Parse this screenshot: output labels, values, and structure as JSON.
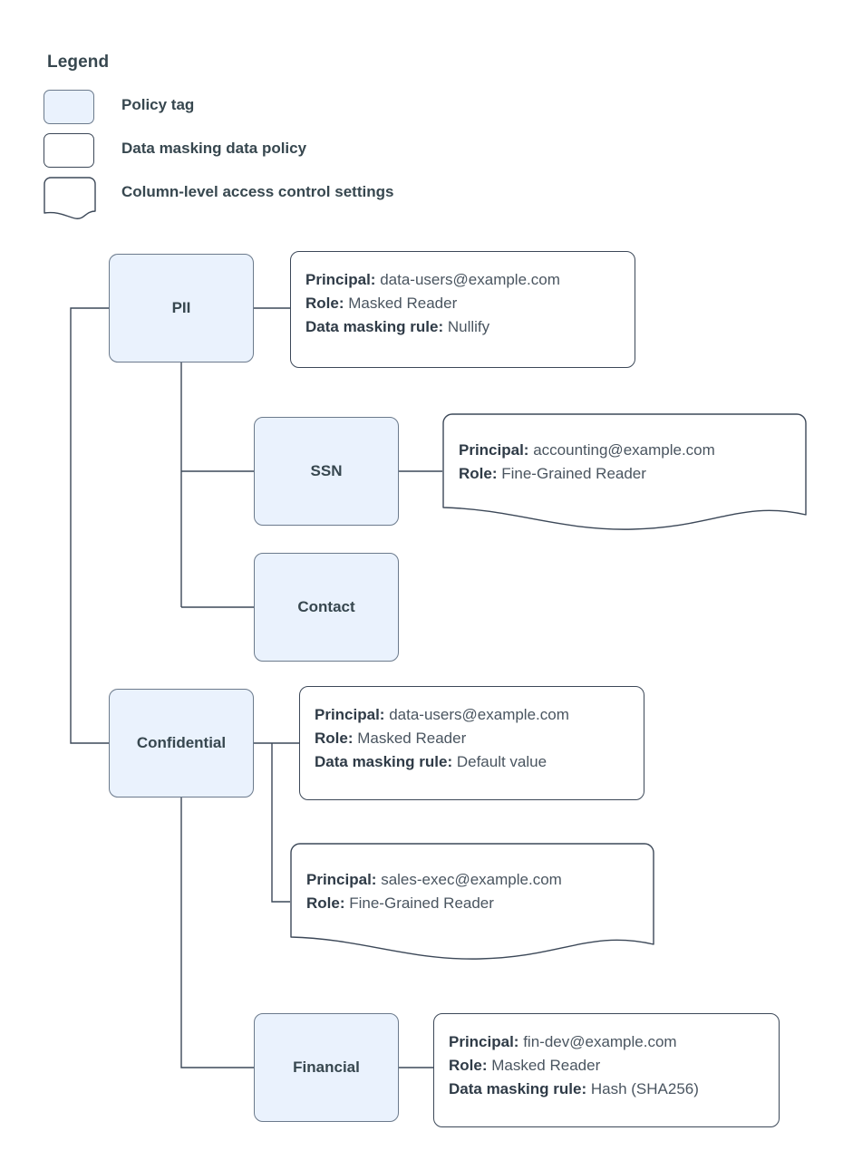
{
  "legend": {
    "title": "Legend",
    "items": [
      {
        "label": "Policy tag",
        "shape": "rounded-rect-filled",
        "fill": "#eaf2fd"
      },
      {
        "label": "Data masking data policy",
        "shape": "rounded-rect",
        "fill": "#ffffff"
      },
      {
        "label": "Column-level access control settings",
        "shape": "wavy-bottom-rect",
        "fill": "#ffffff"
      }
    ]
  },
  "colors": {
    "tag_fill": "#eaf2fd",
    "tag_stroke": "#6b7a8c",
    "box_stroke": "#3c4858",
    "text": "#37474f",
    "value_text": "#4a5560",
    "connector": "#3c4858"
  },
  "nodes": {
    "pii": "PII",
    "ssn": "SSN",
    "contact": "Contact",
    "confidential": "Confidential",
    "financial": "Financial"
  },
  "labels": {
    "principal": "Principal:",
    "role": "Role:",
    "masking_rule": "Data masking rule:"
  },
  "boxes": {
    "pii_policy": {
      "principal": "data-users@example.com",
      "role": "Masked Reader",
      "masking_rule": "Nullify"
    },
    "ssn_access": {
      "principal": "accounting@example.com",
      "role": "Fine-Grained Reader"
    },
    "confidential_policy": {
      "principal": "data-users@example.com",
      "role": "Masked Reader",
      "masking_rule": "Default value"
    },
    "confidential_access": {
      "principal": "sales-exec@example.com",
      "role": "Fine-Grained Reader"
    },
    "financial_policy": {
      "principal": "fin-dev@example.com",
      "role": "Masked Reader",
      "masking_rule": "Hash (SHA256)"
    }
  }
}
